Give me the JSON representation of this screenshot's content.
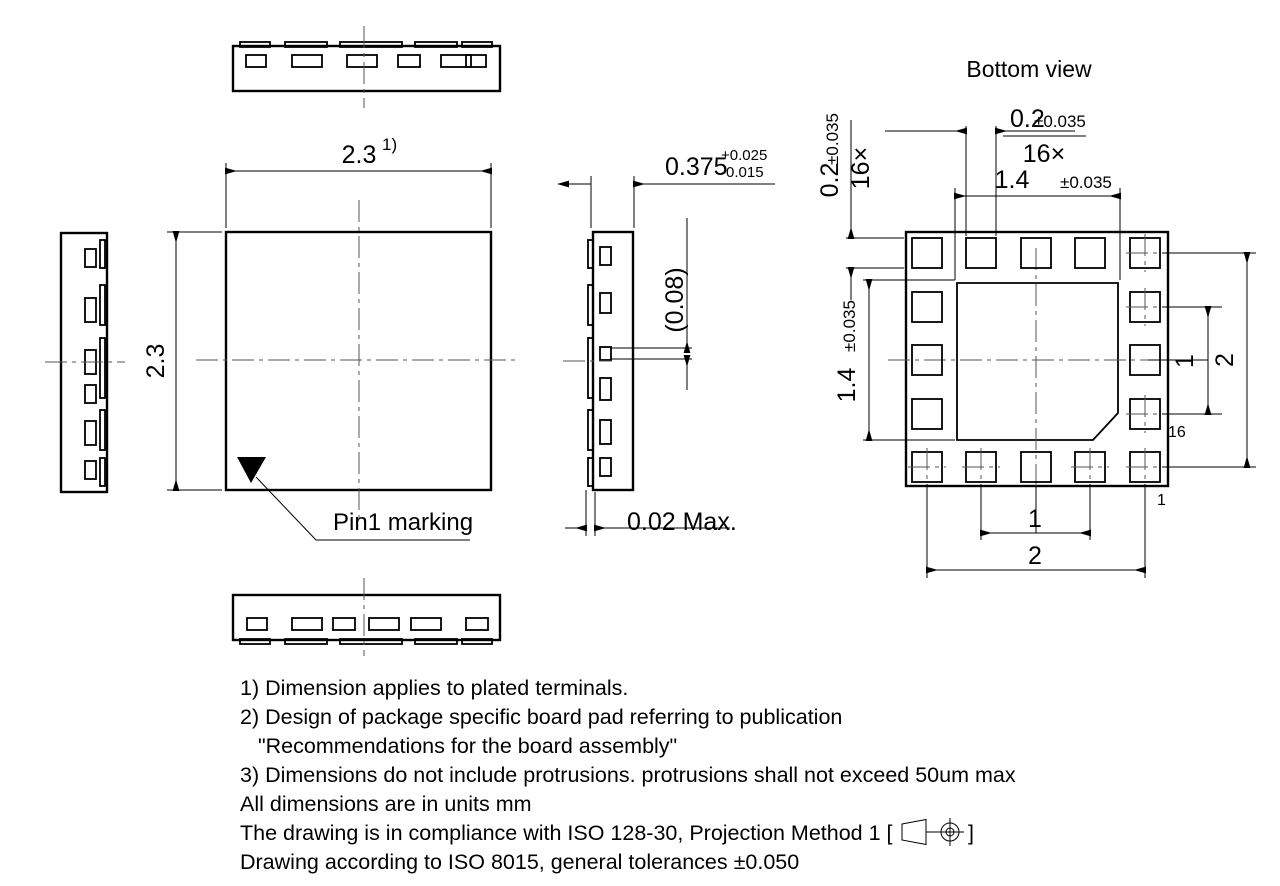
{
  "drawing": {
    "title_bottom_view": "Bottom view",
    "pin1_marking_label": "Pin1 marking",
    "units_color": "#000000"
  },
  "dimensions": {
    "top_view_width": "2.3",
    "top_view_width_note_ref": "1)",
    "top_view_height": "2.3",
    "side_view_thickness": "0.375",
    "side_view_tol_plus": "+0.025",
    "side_view_tol_minus": "-0.015",
    "side_view_lead_thickness": "(0.08)",
    "side_view_coplanarity": "0.02 Max.",
    "bottom_pad_width": "0.2",
    "bottom_pad_width_tol": "±0.035",
    "bottom_pad_width_count": "16×",
    "bottom_pad_height": "0.2",
    "bottom_pad_height_tol": "±0.035",
    "bottom_pad_height_count": "16×",
    "bottom_pitch_span_x": "1.4",
    "bottom_pitch_span_x_tol": "±0.035",
    "bottom_pitch_span_y": "1.4",
    "bottom_pitch_span_y_tol": "±0.035",
    "bottom_inner_x": "1",
    "bottom_outer_x": "2",
    "bottom_inner_y": "1",
    "bottom_outer_y": "2"
  },
  "pin_numbers": {
    "pin_1_bottom_right": "1",
    "pin_1_bottom_center": "1",
    "pin_16_right": "16"
  },
  "notes": [
    "1) Dimension applies to plated terminals.",
    "2) Design of package specific board pad referring to publication",
    "\"Recommendations for the board assembly\"",
    "3) Dimensions do not include protrusions.  protrusions shall not exceed 50um max",
    "All dimensions are in units mm",
    "Drawing according to ISO 8015, general tolerances ±0.050"
  ],
  "notes_iso": {
    "prefix": "The drawing is in compliance with ISO 128-30, Projection Method 1 [",
    "suffix": "]"
  },
  "icons": {
    "projection_symbol": "first-angle-projection-symbol",
    "pin1_triangle": "pin1-marker-triangle"
  }
}
